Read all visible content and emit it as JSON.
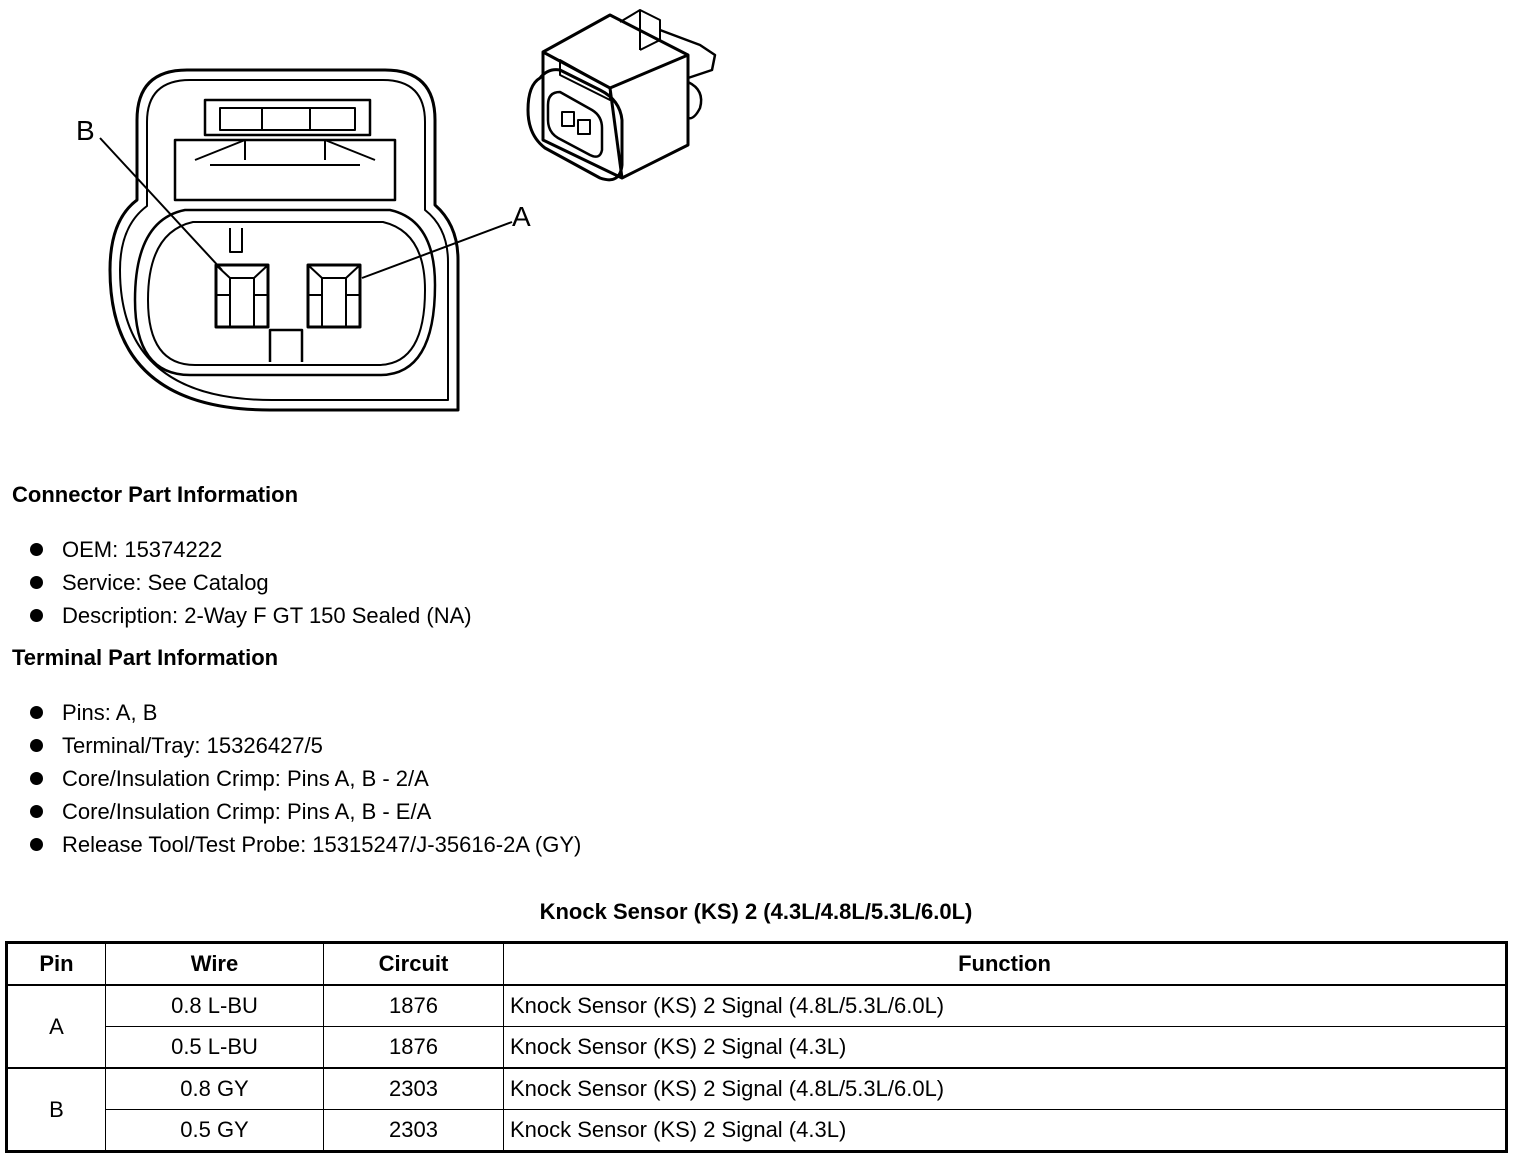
{
  "diagram": {
    "pin_label_b": "B",
    "pin_label_a": "A"
  },
  "connector_section": {
    "title": "Connector Part Information",
    "items": [
      "OEM: 15374222",
      "Service: See Catalog",
      "Description: 2-Way F GT 150 Sealed (NA)"
    ]
  },
  "terminal_section": {
    "title": "Terminal Part Information",
    "items": [
      "Pins: A, B",
      "Terminal/Tray: 15326427/5",
      "Core/Insulation Crimp: Pins A, B - 2/A",
      "Core/Insulation Crimp: Pins A, B - E/A",
      "Release Tool/Test Probe: 15315247/J-35616-2A (GY)"
    ]
  },
  "table": {
    "title": "Knock Sensor (KS) 2 (4.3L/4.8L/5.3L/6.0L)",
    "headers": [
      "Pin",
      "Wire",
      "Circuit",
      "Function"
    ],
    "rows": [
      {
        "pin": "A",
        "wire": "0.8 L-BU",
        "circuit": "1876",
        "function": "Knock Sensor (KS) 2 Signal (4.8L/5.3L/6.0L)"
      },
      {
        "pin": "",
        "wire": "0.5 L-BU",
        "circuit": "1876",
        "function": "Knock Sensor (KS) 2 Signal (4.3L)"
      },
      {
        "pin": "B",
        "wire": "0.8 GY",
        "circuit": "2303",
        "function": "Knock Sensor (KS) 2 Signal (4.8L/5.3L/6.0L)"
      },
      {
        "pin": "",
        "wire": "0.5 GY",
        "circuit": "2303",
        "function": "Knock Sensor (KS) 2 Signal (4.3L)"
      }
    ]
  }
}
